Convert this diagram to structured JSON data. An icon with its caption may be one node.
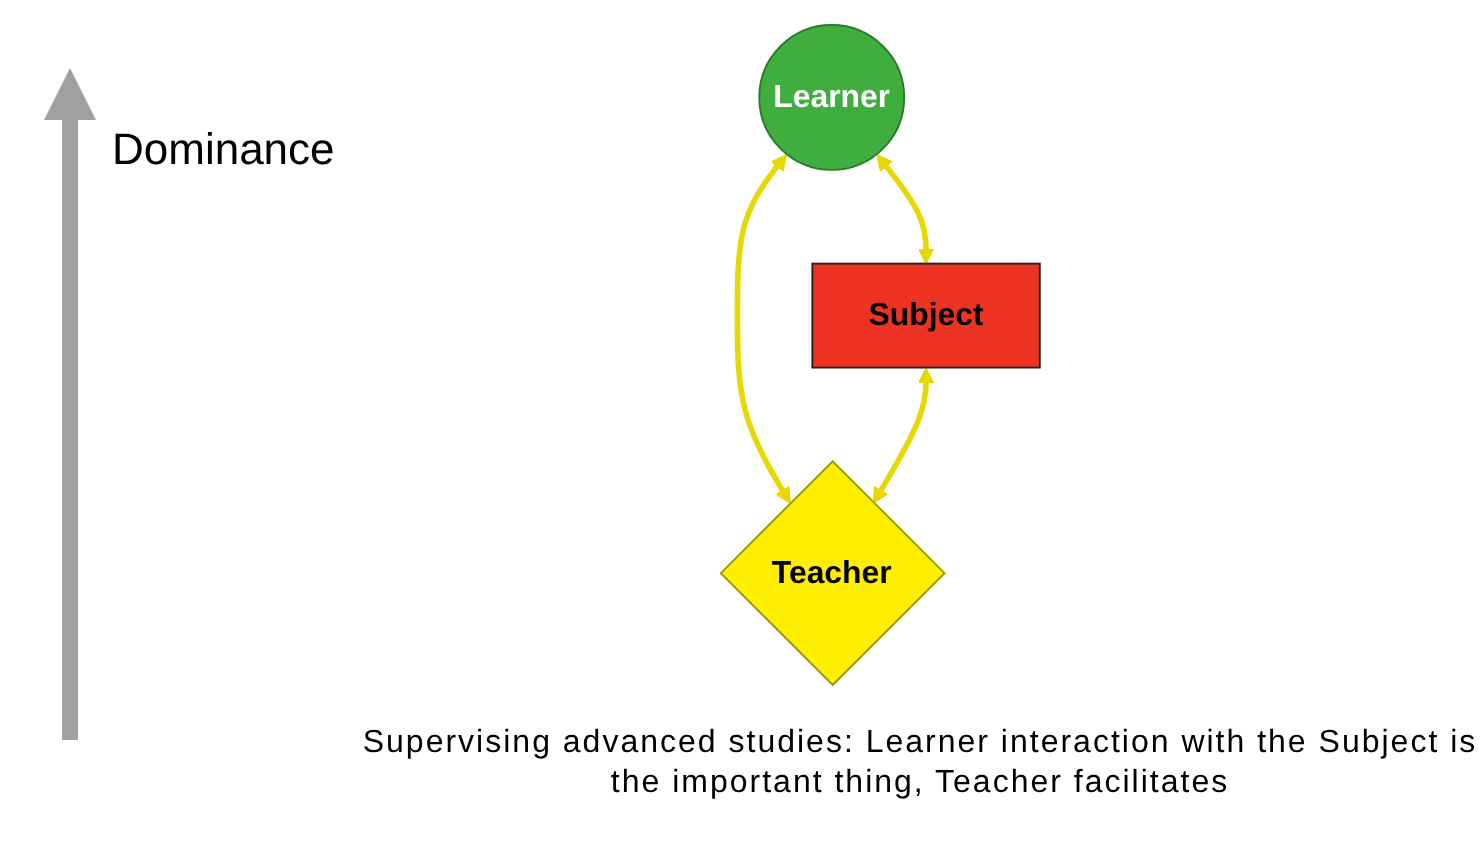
{
  "diagram": {
    "caption": "Supervising advanced studies: Learner interaction with the Subject is the important thing, Teacher facilitates",
    "nodes": [
      {
        "text": [
          "Learner"
        ]
      },
      {
        "text": [
          "Subject"
        ]
      },
      {
        "text": [
          "Teacher"
        ]
      }
    ],
    "edges": [
      {
        "from": 0,
        "to": 1,
        "arrow": "both"
      },
      {
        "from": 0,
        "to": 2,
        "arrow": "both"
      },
      {
        "from": 1,
        "to": 2,
        "arrow": "both"
      }
    ],
    "labels": [
      "Dominance"
    ]
  }
}
